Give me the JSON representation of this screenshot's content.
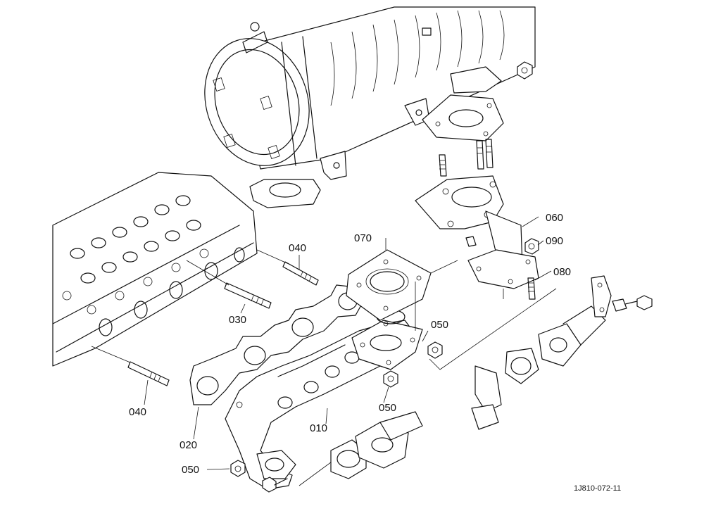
{
  "labels": {
    "p010": "010",
    "p020": "020",
    "p030": "030",
    "p040_upper": "040",
    "p040_lower": "040",
    "p050_right": "050",
    "p050_middle": "050",
    "p050_lower": "050",
    "p060": "060",
    "p070": "070",
    "p080": "080",
    "p090": "090"
  },
  "drawing_code": "1J810-072-11",
  "colors": {
    "line": "#111111",
    "background": "#ffffff"
  }
}
